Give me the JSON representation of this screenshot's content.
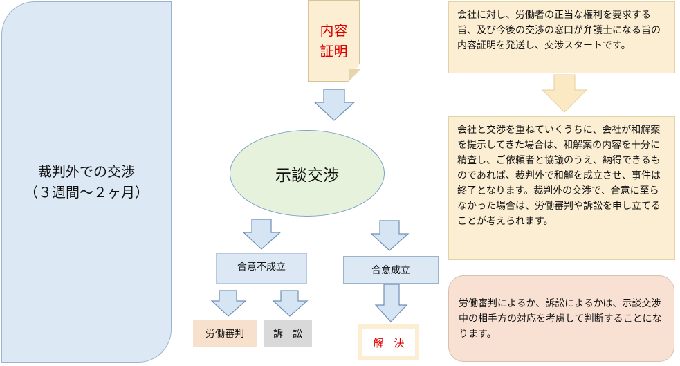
{
  "left_panel": {
    "line1": "裁判外での交渉",
    "line2": "（３週間～２ヶ月）"
  },
  "note": {
    "line1": "内容",
    "line2": "証明"
  },
  "center": {
    "ellipse_label": "示談交渉",
    "fail_label": "合意不成立",
    "success_label": "合意成立",
    "labor_label": "労働審判",
    "suit_label": "訴　訟",
    "resolve_label": "解　決"
  },
  "notes": {
    "note1": "会社に対し、労働者の正当な権利を要求する旨、及び今後の交渉の窓口が弁護士になる旨の内容証明を発送し、交渉スタートです。",
    "note2": "会社と交渉を重ねていくうちに、会社が和解案を提示してきた場合は、和解案の内容を十分に精査し、ご依頼者と協議のうえ、納得できるものであれば、裁判外で和解を成立させ、事件は終了となります。裁判外の交渉で、合意に至らなかった場合は、労働審判や訴訟を申し立てることが考えられます。",
    "note3": "労働審判によるか、訴訟によるかは、示談交渉中の相手方の対応を考慮して判断することになります。"
  },
  "colors": {
    "arrow_fill": "#d6e5f4",
    "arrow_stroke": "#6f8fb5",
    "big_arrow_fill": "#fbe9c4",
    "accent_red": "#e00000"
  }
}
